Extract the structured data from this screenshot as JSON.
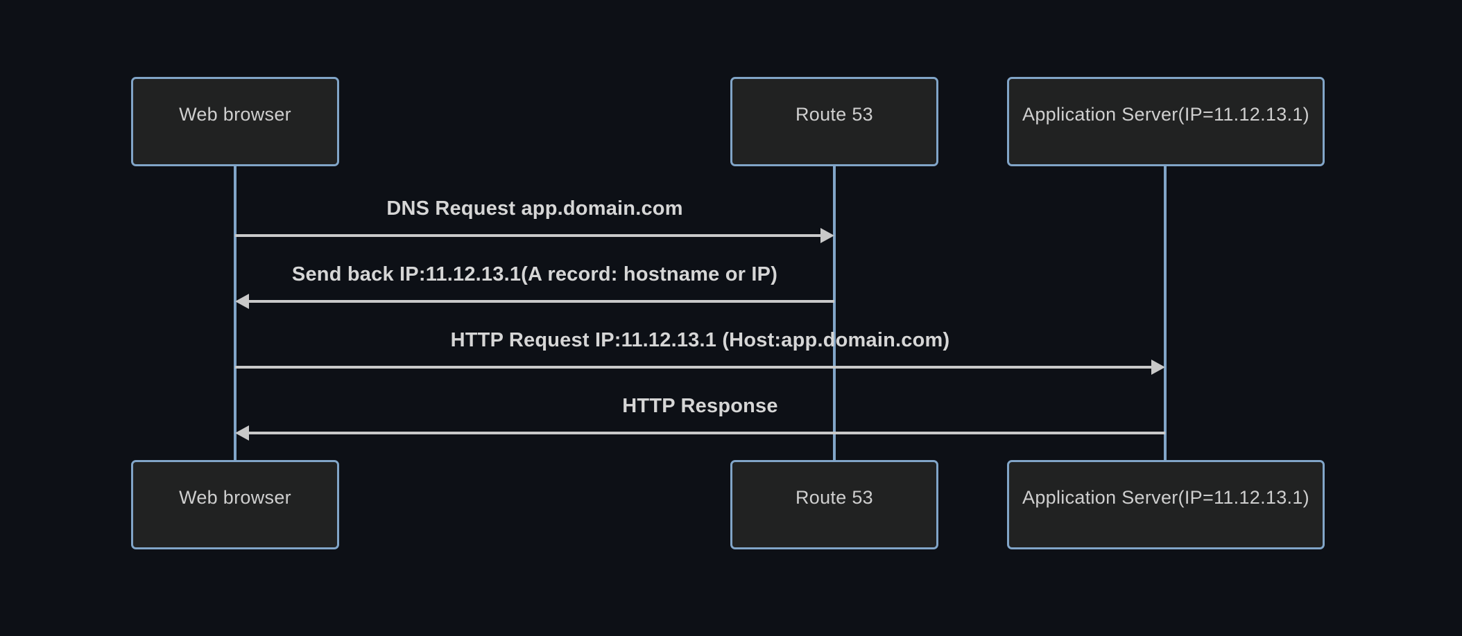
{
  "diagram": {
    "type": "sequence-diagram",
    "actors": [
      {
        "label": "Web browser"
      },
      {
        "label": "Route 53"
      },
      {
        "label": "Application Server(IP=11.12.13.1)"
      }
    ],
    "messages": [
      {
        "text": "DNS Request app.domain.com",
        "from": "Web browser",
        "to": "Route 53",
        "direction": "right",
        "line_style": "solid"
      },
      {
        "text": "Send back IP:11.12.13.1(A record: hostname or IP)",
        "from": "Route 53",
        "to": "Web browser",
        "direction": "left",
        "line_style": "solid"
      },
      {
        "text": "HTTP Request IP:11.12.13.1 (Host:app.domain.com)",
        "from": "Web browser",
        "to": "Application Server(IP=11.12.13.1)",
        "direction": "right",
        "line_style": "solid"
      },
      {
        "text": "HTTP Response",
        "from": "Application Server(IP=11.12.13.1)",
        "to": "Web browser",
        "direction": "left",
        "line_style": "solid"
      }
    ],
    "colors": {
      "background": "#0d1016",
      "actor_fill": "#212222",
      "actor_border": "#81a5c8",
      "lifeline": "#81a5c8",
      "message_line": "#c9c9c9",
      "actor_text": "#cfcfcf",
      "message_text": "#d6d6d6"
    }
  }
}
